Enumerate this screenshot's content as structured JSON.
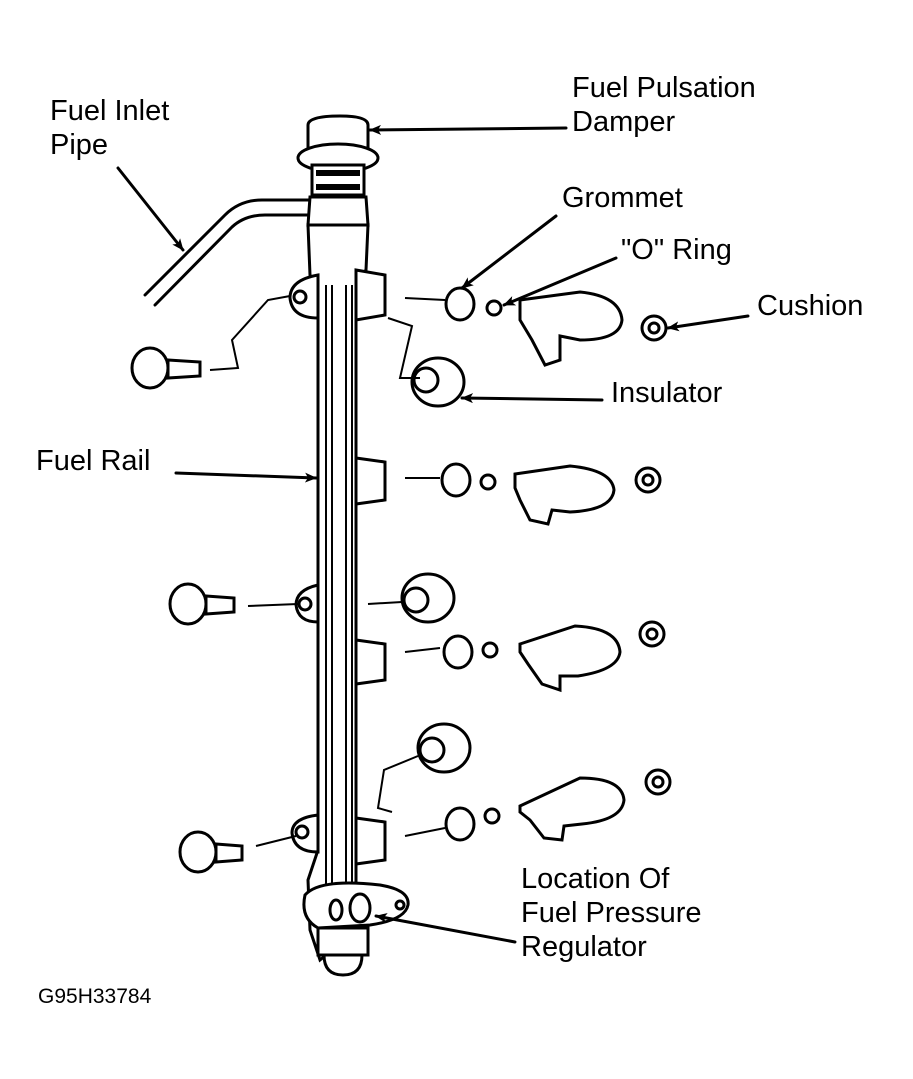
{
  "figure": {
    "code": "G95H33784",
    "labels": {
      "fuel_inlet_pipe": [
        "Fuel Inlet",
        "Pipe"
      ],
      "fuel_pulsation_damper": [
        "Fuel Pulsation",
        "Damper"
      ],
      "grommet": "Grommet",
      "o_ring": "\"O\" Ring",
      "cushion": "Cushion",
      "insulator": "Insulator",
      "fuel_rail": "Fuel Rail",
      "fuel_pressure_regulator": [
        "Location Of",
        "Fuel Pressure",
        "Regulator"
      ]
    },
    "components": [
      "fuel-rail",
      "fuel-inlet-pipe",
      "fuel-pulsation-damper",
      "bolt",
      "bolt",
      "bolt",
      "insulator",
      "insulator",
      "insulator",
      "injector",
      "injector",
      "injector",
      "injector",
      "grommet",
      "o-ring",
      "cushion",
      "fuel-pressure-regulator"
    ]
  }
}
